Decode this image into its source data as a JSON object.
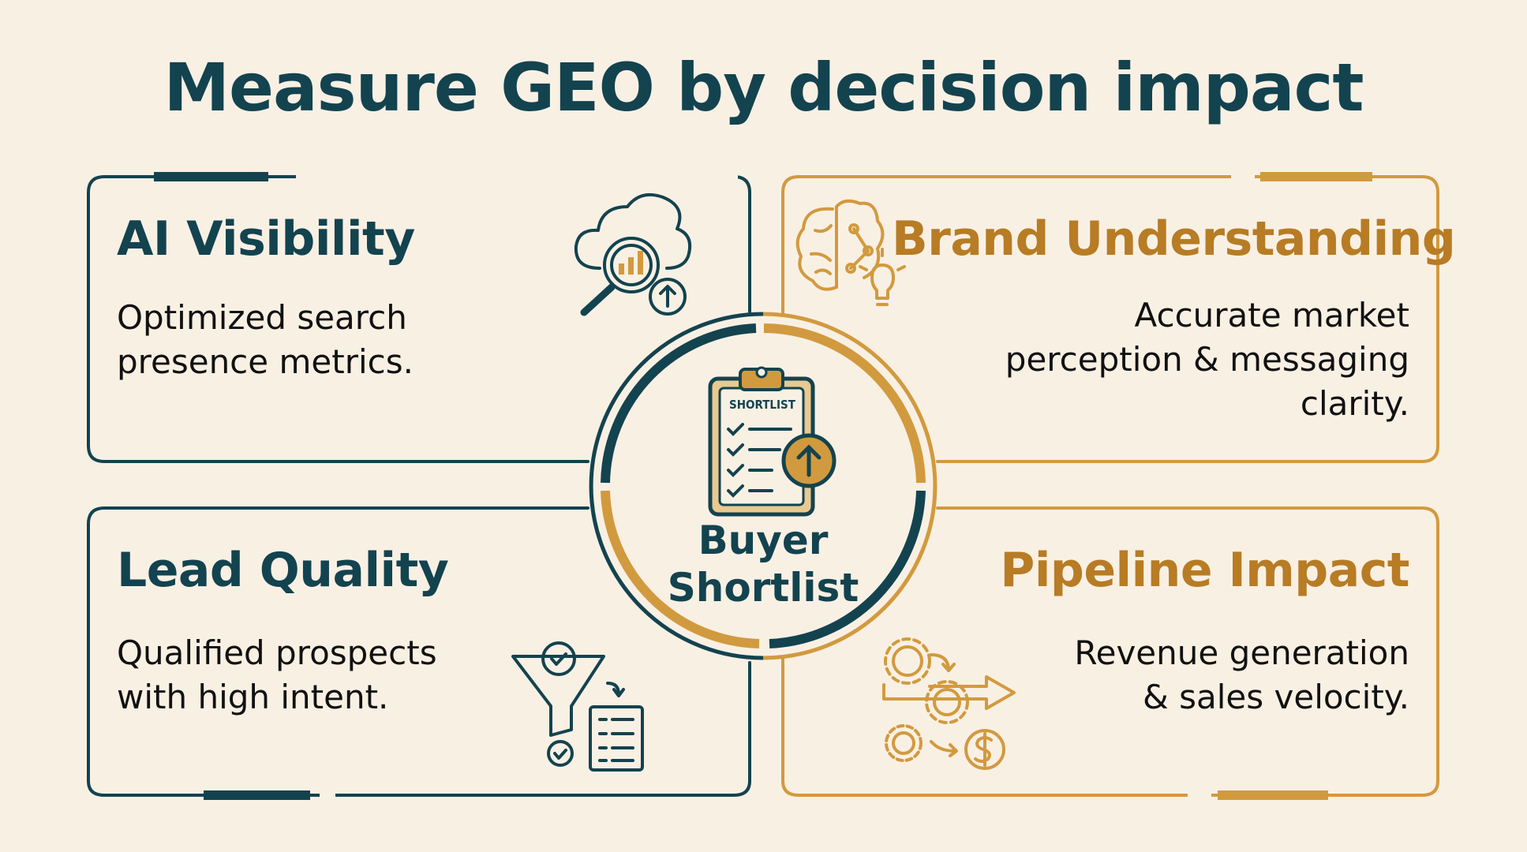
{
  "title": "Measure GEO by decision impact",
  "colors": {
    "background": "#f9f0e4",
    "teal": "#13434f",
    "gold": "#d29a3e",
    "gold_text": "#b77c24"
  },
  "center": {
    "label": "Buyer\nShortlist",
    "clipboard_text": "SHORTLIST",
    "icon": "clipboard-checklist-icon"
  },
  "cards": {
    "ai_visibility": {
      "title": "AI Visibility",
      "description": "Optimized search\npresence metrics.",
      "icon": "cloud-search-analytics-icon"
    },
    "brand_understanding": {
      "title": "Brand Understanding",
      "description": "Accurate market\nperception & messaging\nclarity.",
      "icon": "brain-lightbulb-icon"
    },
    "lead_quality": {
      "title": "Lead Quality",
      "description": "Qualified prospects\nwith high intent.",
      "icon": "funnel-checklist-icon"
    },
    "pipeline_impact": {
      "title": "Pipeline Impact",
      "description": "Revenue generation\n& sales velocity.",
      "icon": "gears-revenue-icon"
    }
  }
}
